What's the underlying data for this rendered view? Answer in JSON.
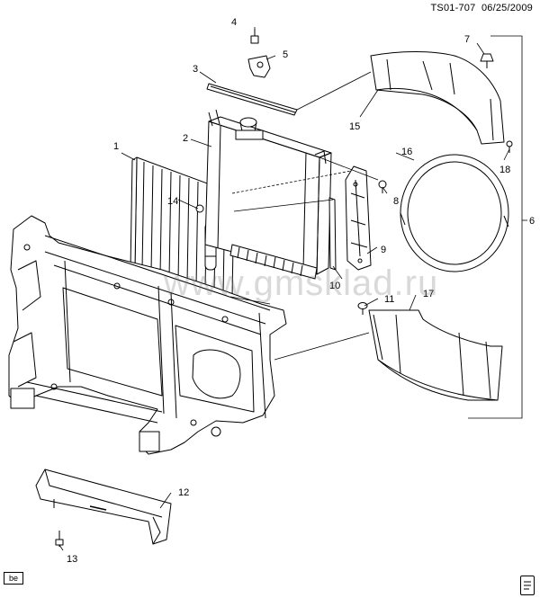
{
  "header": {
    "code": "TS01-707",
    "date": "06/25/2009"
  },
  "watermark": "www.gmsklad.ru",
  "lang_tag": "be",
  "corner_icon": "document-icon",
  "callouts": [
    "1",
    "2",
    "3",
    "4",
    "5",
    "6",
    "7",
    "8",
    "9",
    "10",
    "11",
    "12",
    "13",
    "14",
    "15",
    "16",
    "17",
    "18"
  ],
  "colors": {
    "line": "#000000",
    "watermark": "#888888"
  }
}
